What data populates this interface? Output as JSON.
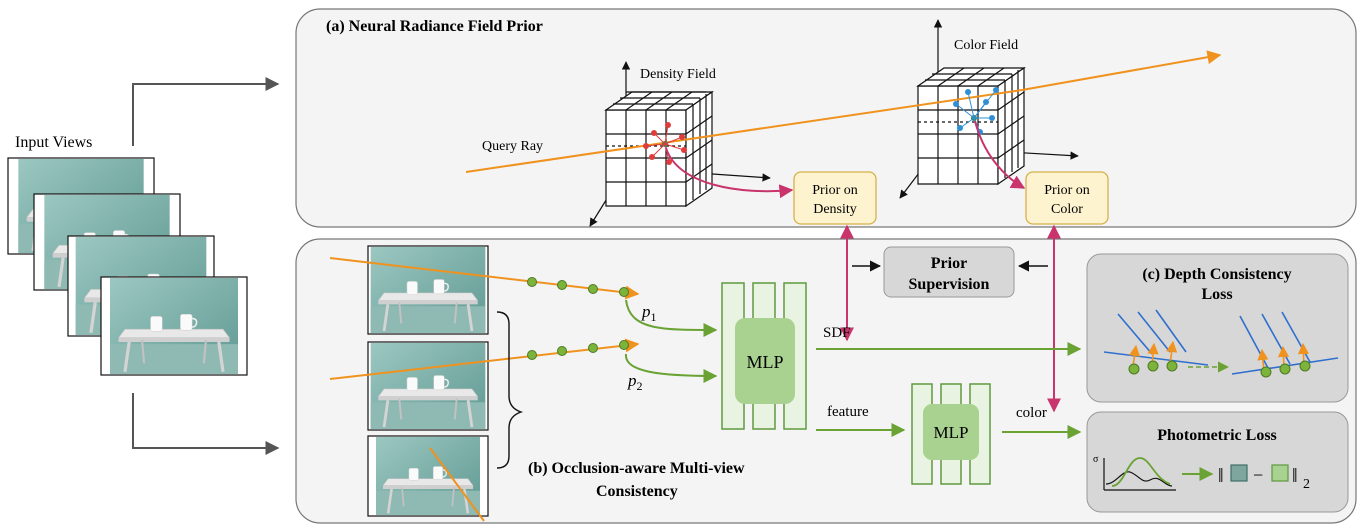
{
  "input": {
    "label": "Input Views"
  },
  "panel_a": {
    "title": "(a) Neural Radiance Field Prior",
    "density_field": "Density Field",
    "color_field": "Color Field",
    "query_ray": "Query Ray",
    "prior_density": [
      "Prior on",
      "Density"
    ],
    "prior_color": [
      "Prior on",
      "Color"
    ]
  },
  "panel_b": {
    "title": [
      "(b) Occlusion-aware Multi-view",
      "Consistency"
    ],
    "p1": "p",
    "p1_sub": "1",
    "p2": "p",
    "p2_sub": "2",
    "mlp1": "MLP",
    "mlp2": "MLP",
    "sdf": "SDF",
    "feature": "feature",
    "color": "color"
  },
  "prior_supervision": [
    "Prior",
    "Supervision"
  ],
  "panel_c": {
    "title": [
      "(c) Depth Consistency",
      "Loss"
    ]
  },
  "photometric": {
    "title": "Photometric Loss",
    "sigma": "σ",
    "formula_left": "‖",
    "formula_minus": "−",
    "formula_right": "‖",
    "formula_sub": "2"
  },
  "colors": {
    "teal": "#7fb3ad",
    "orange": "#f0921e",
    "green": "#6aa233",
    "magenta": "#c8346b",
    "prior_fill": "#fdf3cf",
    "prior_stroke": "#d8b14a",
    "mlp_fill": "#a9d291",
    "mlp_stroke": "#5f9a3f",
    "gray_box": "#d7d7d7",
    "blue": "#2f6fce"
  }
}
